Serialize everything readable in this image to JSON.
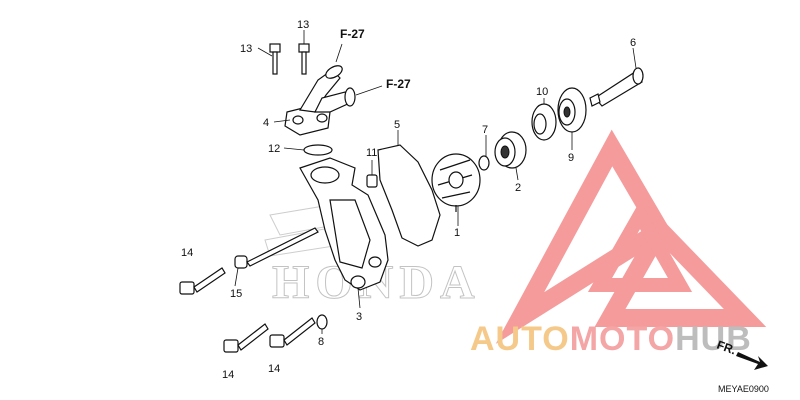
{
  "diagram": {
    "callouts": [
      {
        "id": "c13a",
        "text": "13"
      },
      {
        "id": "c13b",
        "text": "13"
      },
      {
        "id": "c4",
        "text": "4"
      },
      {
        "id": "c12",
        "text": "12"
      },
      {
        "id": "c11",
        "text": "11"
      },
      {
        "id": "c5",
        "text": "5"
      },
      {
        "id": "c7",
        "text": "7"
      },
      {
        "id": "c10",
        "text": "10"
      },
      {
        "id": "c6",
        "text": "6"
      },
      {
        "id": "c9",
        "text": "9"
      },
      {
        "id": "c2",
        "text": "2"
      },
      {
        "id": "c1",
        "text": "1"
      },
      {
        "id": "c14a",
        "text": "14"
      },
      {
        "id": "c15",
        "text": "15"
      },
      {
        "id": "c3",
        "text": "3"
      },
      {
        "id": "c8",
        "text": "8"
      },
      {
        "id": "c14b",
        "text": "14"
      },
      {
        "id": "c14c",
        "text": "14"
      }
    ],
    "references": [
      {
        "id": "r1",
        "text": "F-27"
      },
      {
        "id": "r2",
        "text": "F-27"
      }
    ],
    "diagram_code": "MEYAE0900",
    "direction_label": "FR.",
    "background_brand": "HONDA"
  },
  "watermark": {
    "part1": "AUTO",
    "part2": "MOTO",
    "part3": "HUB",
    "colors": {
      "auto": "#f5c98a",
      "moto": "#f4a5a5",
      "hub": "#bdbdbd",
      "logo": "#f27a7a"
    }
  }
}
